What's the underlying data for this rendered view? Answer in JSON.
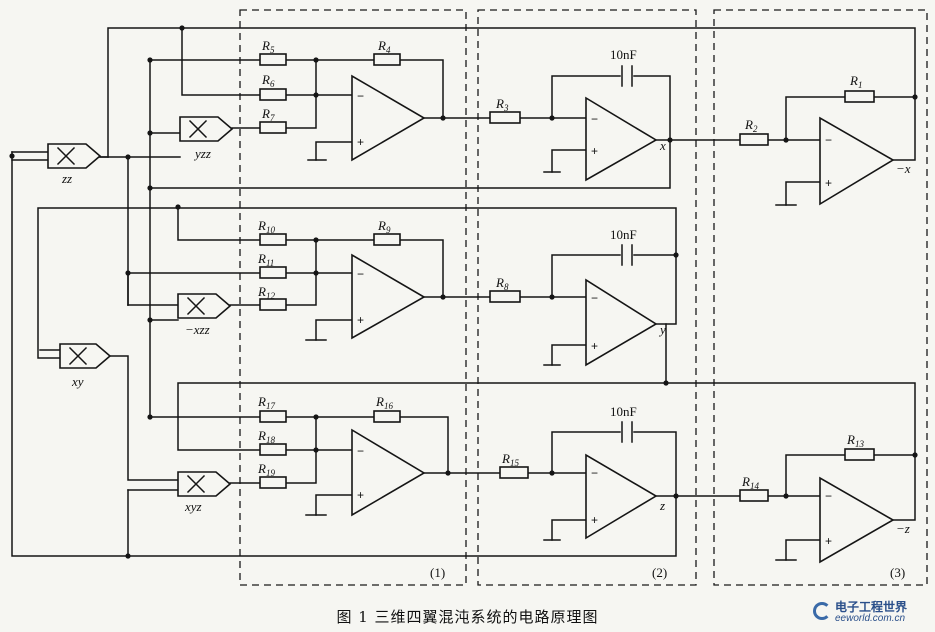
{
  "caption": "图 1   三维四翼混沌系统的电路原理图",
  "logo": {
    "line1": "电子工程世界",
    "line2": "eeworld.com.cn"
  },
  "sections": [
    "(1)",
    "(2)",
    "(3)"
  ],
  "multipliers": {
    "zz": "zz",
    "yzz": "yzz",
    "xzz": "−xzz",
    "xy": "xy",
    "xyz": "xyz"
  },
  "capacitor": "10nF",
  "outputs": {
    "x": "x",
    "neg_x": "−x",
    "y": "y",
    "z": "z",
    "neg_z": "−z"
  },
  "resistors": {
    "r1": "1",
    "r2": "2",
    "r3": "3",
    "r4": "4",
    "r5": "5",
    "r6": "6",
    "r7": "7",
    "r8": "8",
    "r9": "9",
    "r10": "10",
    "r11": "11",
    "r12": "12",
    "r13": "13",
    "r14": "14",
    "r15": "15",
    "r16": "16",
    "r17": "17",
    "r18": "18",
    "r19": "19"
  },
  "opamp_signs": {
    "minus": "−",
    "plus": "+"
  }
}
